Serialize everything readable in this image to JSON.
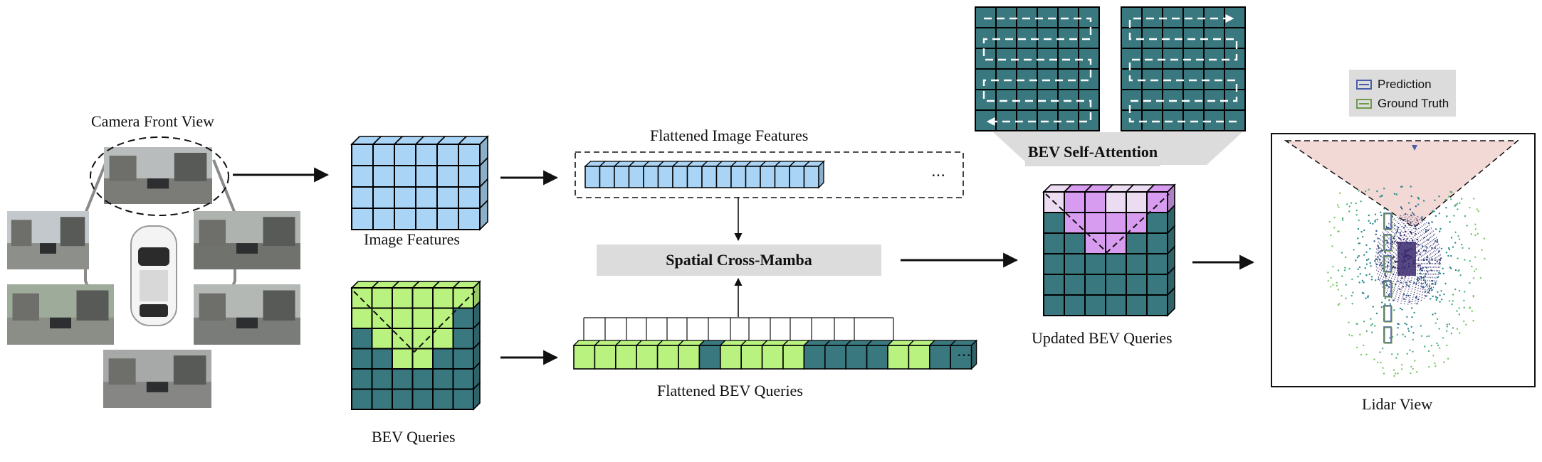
{
  "labels": {
    "camera_front_view": "Camera Front View",
    "image_features": "Image Features",
    "bev_queries": "BEV Queries",
    "flattened_image_features": "Flattened Image Features",
    "flattened_bev_queries": "Flattened BEV Queries",
    "spatial_cross_mamba": "Spatial Cross-Mamba",
    "bev_self_attention": "BEV Self-Attention",
    "updated_bev_queries": "Updated BEV Queries",
    "lidar_view": "Lidar View",
    "ellipsis": "..."
  },
  "legend": {
    "prediction": "Prediction",
    "ground_truth": "Ground Truth",
    "prediction_color": "#4a5fa8",
    "ground_truth_color": "#6e9a4a"
  },
  "colors": {
    "teal": "#3a7880",
    "light_blue": "#a9d4f5",
    "light_green": "#b9f27f",
    "purple": "#d79cf0",
    "light_purple": "#ecdcf2",
    "pink_fov": "#f2d9d6",
    "gray_box": "#dcdcdc"
  },
  "flattened_bev_sequence": [
    "g",
    "g",
    "g",
    "g",
    "g",
    "g",
    "t",
    "g",
    "g",
    "g",
    "g",
    "t",
    "t",
    "t",
    "t",
    "g",
    "g",
    "t",
    "t"
  ]
}
